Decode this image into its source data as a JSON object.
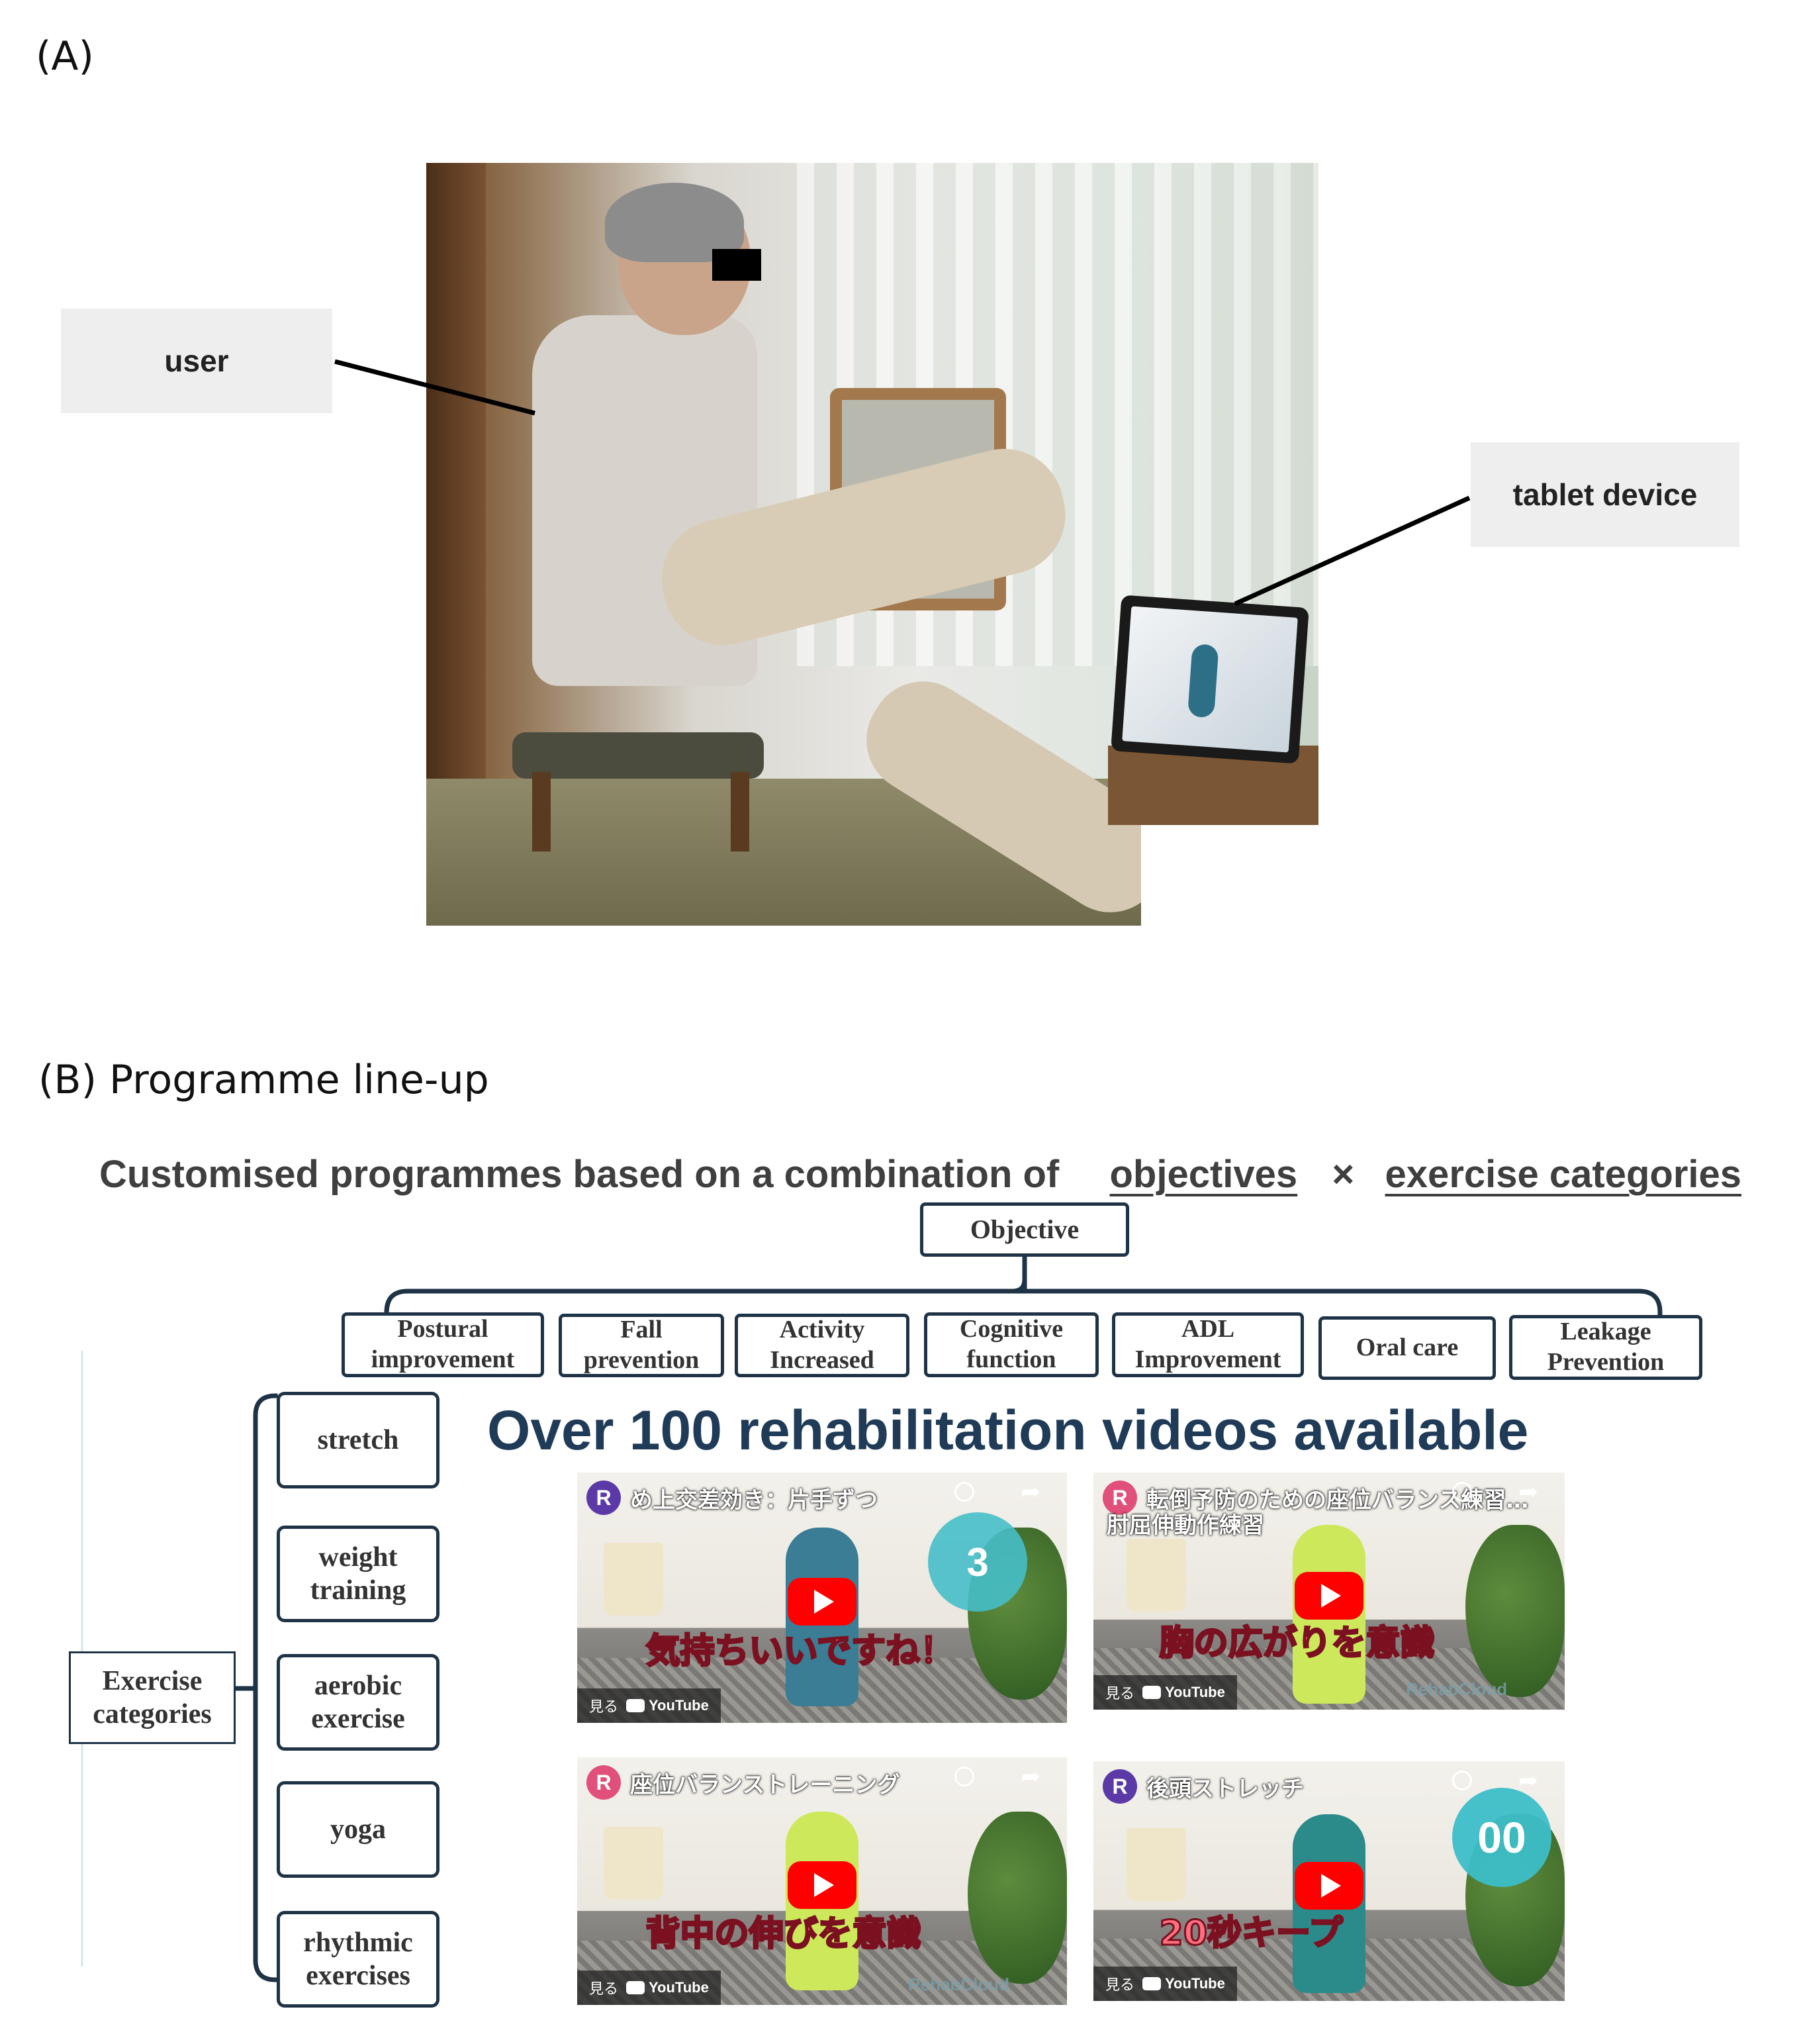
{
  "panel_a": {
    "label": "(A)",
    "callouts": {
      "user": "user",
      "tablet": "tablet device"
    }
  },
  "panel_b": {
    "label": "(B) Programme line-up",
    "headline": {
      "prefix": "Customised programmes based on a combination of",
      "term1": "objectives",
      "times": "×",
      "term2": "exercise categories"
    },
    "objective_root": "Objective",
    "objectives": [
      [
        "Postural",
        "improvement"
      ],
      [
        "Fall",
        "prevention"
      ],
      [
        "Activity",
        "Increased"
      ],
      [
        "Cognitive",
        "function"
      ],
      [
        "ADL",
        "Improvement"
      ],
      [
        "Oral care"
      ],
      [
        "Leakage",
        "Prevention"
      ]
    ],
    "category_root": [
      "Exercise",
      "categories"
    ],
    "categories": [
      [
        "stretch"
      ],
      [
        "weight",
        "training"
      ],
      [
        "aerobic",
        "exercise"
      ],
      [
        "yoga"
      ],
      [
        "rhythmic",
        "exercises"
      ]
    ],
    "videos_title": "Over 100 rehabilitation videos available",
    "videos": [
      {
        "avatar": "R",
        "title": "め上交差効き：片手ずつ",
        "caption": "気持ちいいですね！",
        "timer": "3",
        "watch": "見る",
        "platform": "YouTube",
        "brand": ""
      },
      {
        "avatar": "R",
        "title": "転倒予防のための座位バランス練習…",
        "subtitle": "肘屈伸動作練習",
        "caption": "胸の広がりを意識",
        "timer": "",
        "watch": "見る",
        "platform": "YouTube",
        "brand": "RehabCloud"
      },
      {
        "avatar": "R",
        "title": "座位バランストレーニング",
        "caption": "背中の伸びを意識",
        "timer": "",
        "watch": "見る",
        "platform": "YouTube",
        "brand": "RehabCloud"
      },
      {
        "avatar": "R",
        "title": "後頭ストレッチ",
        "caption": "20秒キープ",
        "timer": "00",
        "watch": "見る",
        "platform": "YouTube",
        "brand": ""
      }
    ],
    "colors": {
      "box_border": "#1f3347",
      "title_blue": "#1f3b58",
      "youtube_red": "#ff0000",
      "avatar_purple": "#5b3aa8",
      "avatar_pink": "#e0507a"
    }
  }
}
